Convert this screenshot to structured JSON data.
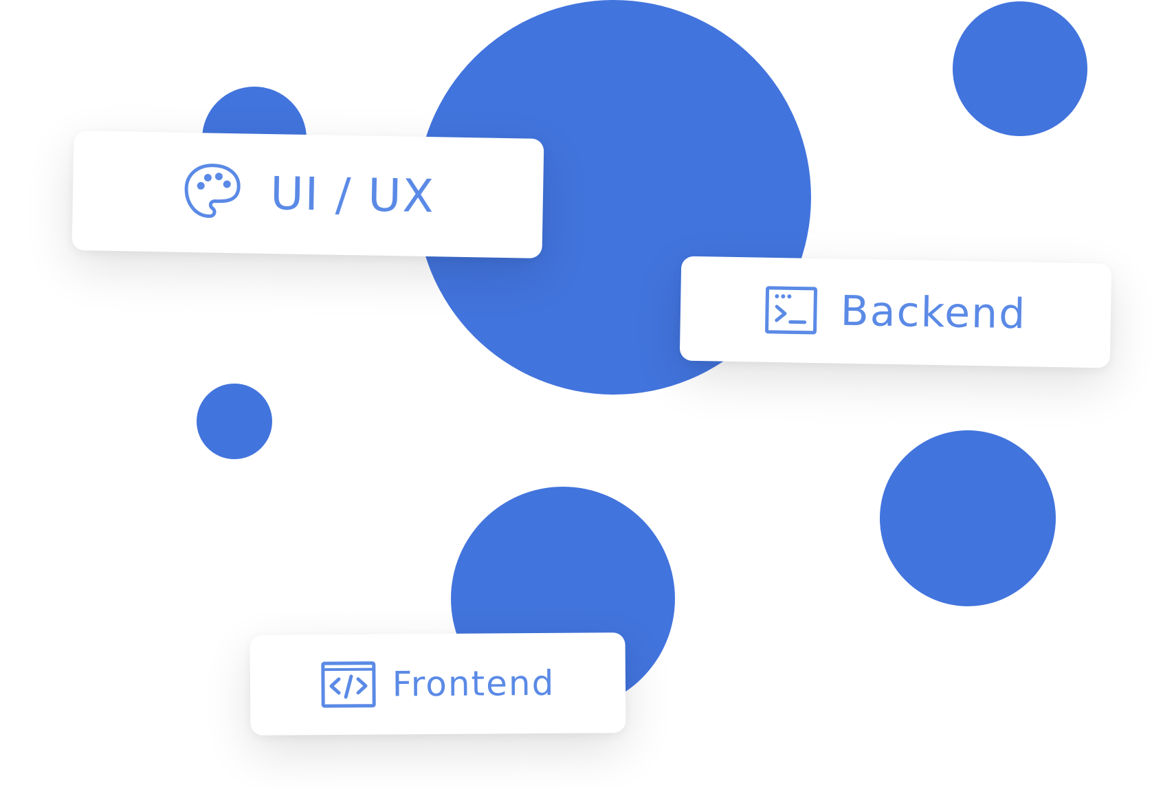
{
  "colors": {
    "circle_fill": "#4274dd",
    "card_background": "#ffffff",
    "text_accent": "#5b8ae6"
  },
  "cards": {
    "uiux": {
      "label": "UI / UX",
      "icon": "palette-icon"
    },
    "backend": {
      "label": "Backend",
      "icon": "terminal-icon"
    },
    "frontend": {
      "label": "Frontend",
      "icon": "code-window-icon"
    }
  }
}
